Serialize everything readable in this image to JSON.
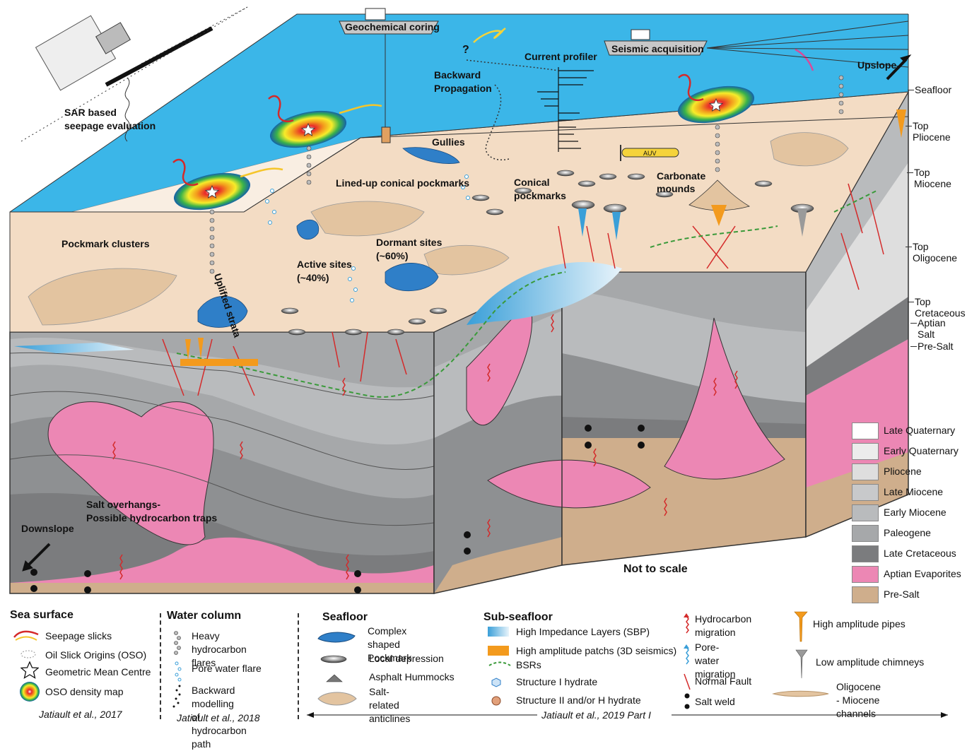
{
  "diagram": {
    "labels": {
      "geochemical_coring": "Geochemical coring",
      "seismic_acquisition": "Seismic acquisition",
      "current_profiler": "Current profiler",
      "upslope": "Upslope",
      "sar_1": "SAR based",
      "sar_2": "seepage evaluation",
      "question": "?",
      "backward_1": "Backward",
      "backward_2": "Propagation",
      "gullies": "Gullies",
      "auv": "AUV",
      "lined_up": "Lined-up conical pockmarks",
      "conical_1": "Conical",
      "conical_2": "pockmarks",
      "carbonate_1": "Carbonate",
      "carbonate_2": "mounds",
      "pockmark_clusters": "Pockmark clusters",
      "uplifted_strata": "Uplifted strata",
      "active_1": "Active sites",
      "active_2": "(~40%)",
      "dormant_1": "Dormant sites",
      "dormant_2": "(~60%)",
      "salt_overhangs_1": "Salt overhangs-",
      "salt_overhangs_2": "Possible hydrocarbon traps",
      "downslope": "Downslope",
      "not_to_scale": "Not to scale"
    },
    "horizons": [
      {
        "text": "Seafloor"
      },
      {
        "text": "Top\nPliocene"
      },
      {
        "text": "Top\nMiocene"
      },
      {
        "text": "Top\nOligocene"
      },
      {
        "text": "Top\nCretaceous"
      },
      {
        "text": "Aptian\nSalt"
      },
      {
        "text": "Pre-Salt"
      }
    ],
    "layer_legend": [
      {
        "label": "Late Quaternary",
        "color": "#ffffff"
      },
      {
        "label": "Early Quaternary",
        "color": "#ececec"
      },
      {
        "label": "Pliocene",
        "color": "#dedede"
      },
      {
        "label": "Late Miocene",
        "color": "#c8c9cb"
      },
      {
        "label": "Early Miocene",
        "color": "#b9bbbd"
      },
      {
        "label": "Paleogene",
        "color": "#a6a8aa"
      },
      {
        "label": "Late Cretaceous",
        "color": "#7b7c7e"
      },
      {
        "label": "Aptian Evaporites",
        "color": "#ec87b4"
      },
      {
        "label": "Pre-Salt",
        "color": "#cfae8c"
      }
    ],
    "colors": {
      "sea": "#3bb6e8",
      "seafloor": "#f3dcc4",
      "salt": "#ec87b4",
      "presalt": "#cfae8c",
      "fault": "#d42a2a",
      "pockmark": "#2f7fc8",
      "ship": "#c8c8c8",
      "auv": "#f5d33a"
    }
  },
  "legend": {
    "sea_surface": {
      "title": "Sea surface",
      "items": [
        "Seepage slicks",
        "Oil Slick Origins (OSO)",
        "Geometric Mean Centre",
        "OSO density map"
      ],
      "citation": "Jatiault et al., 2017"
    },
    "water_column": {
      "title": "Water column",
      "items": [
        "Heavy\nhydrocarbon flares",
        "Pore water flare",
        "Backward modelling\nof hydrocarbon path"
      ],
      "citation": "Jatiault et al., 2018"
    },
    "seafloor": {
      "title": "Seafloor",
      "items": [
        "Complex shaped\nPockmark",
        "Local depression",
        "Asphalt Hummocks",
        "Salt-related\nanticlines"
      ]
    },
    "sub_seafloor": {
      "title": "Sub-seafloor",
      "items": [
        "High Impedance Layers (SBP)",
        "High amplitude patchs (3D seismics)",
        "BSRs",
        "Structure I hydrate",
        "Structure II and/or H hydrate"
      ]
    },
    "misc": {
      "items": [
        "Hydrocarbon\nmigration",
        "Pore-water\nmigration",
        "Normal Fault",
        "Salt weld"
      ]
    },
    "pipes": {
      "items": [
        "High amplitude pipes",
        "Low amplitude chimneys",
        "Oligocene - Miocene\nchannels"
      ]
    },
    "citation_2019": "Jatiault et al., 2019 Part I"
  }
}
